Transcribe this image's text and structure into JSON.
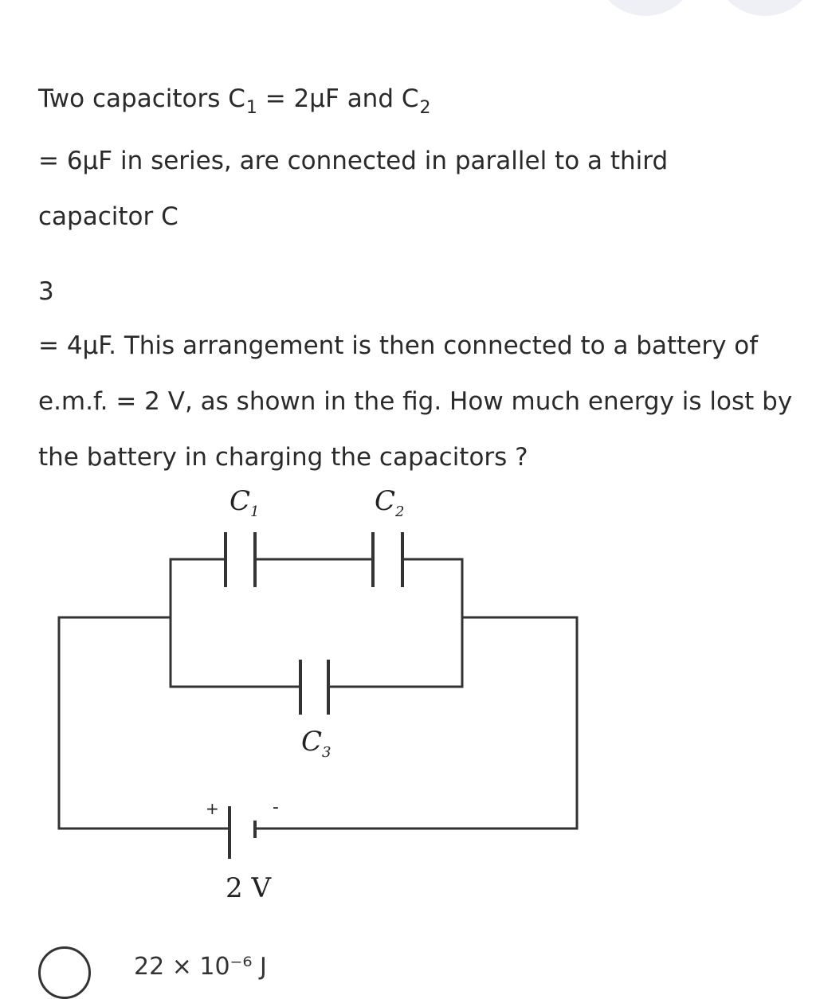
{
  "question": {
    "line1_a": "Two capacitors C",
    "line1_sub1": "1",
    "line1_b": " = 2μF and C",
    "line1_sub2": "2",
    "line2": "= 6μF in series, are connected in parallel to a third",
    "line3": "capacitor C",
    "line4": "3",
    "line5": "= 4μF. This arrangement is then connected to a battery of",
    "line6": "e.m.f. = 2 V, as shown in the fig. How much energy is lost by",
    "line7": "the battery in charging the capacitors ?"
  },
  "figure": {
    "c1_letter": "C",
    "c1_sub": "1",
    "c2_letter": "C",
    "c2_sub": "2",
    "c3_letter": "C",
    "c3_sub": "3",
    "plus_sign": "+",
    "minus_sign": "-",
    "battery_label": "2 V"
  },
  "footer": {
    "partial_text": "22 × 10⁻⁶ J"
  }
}
